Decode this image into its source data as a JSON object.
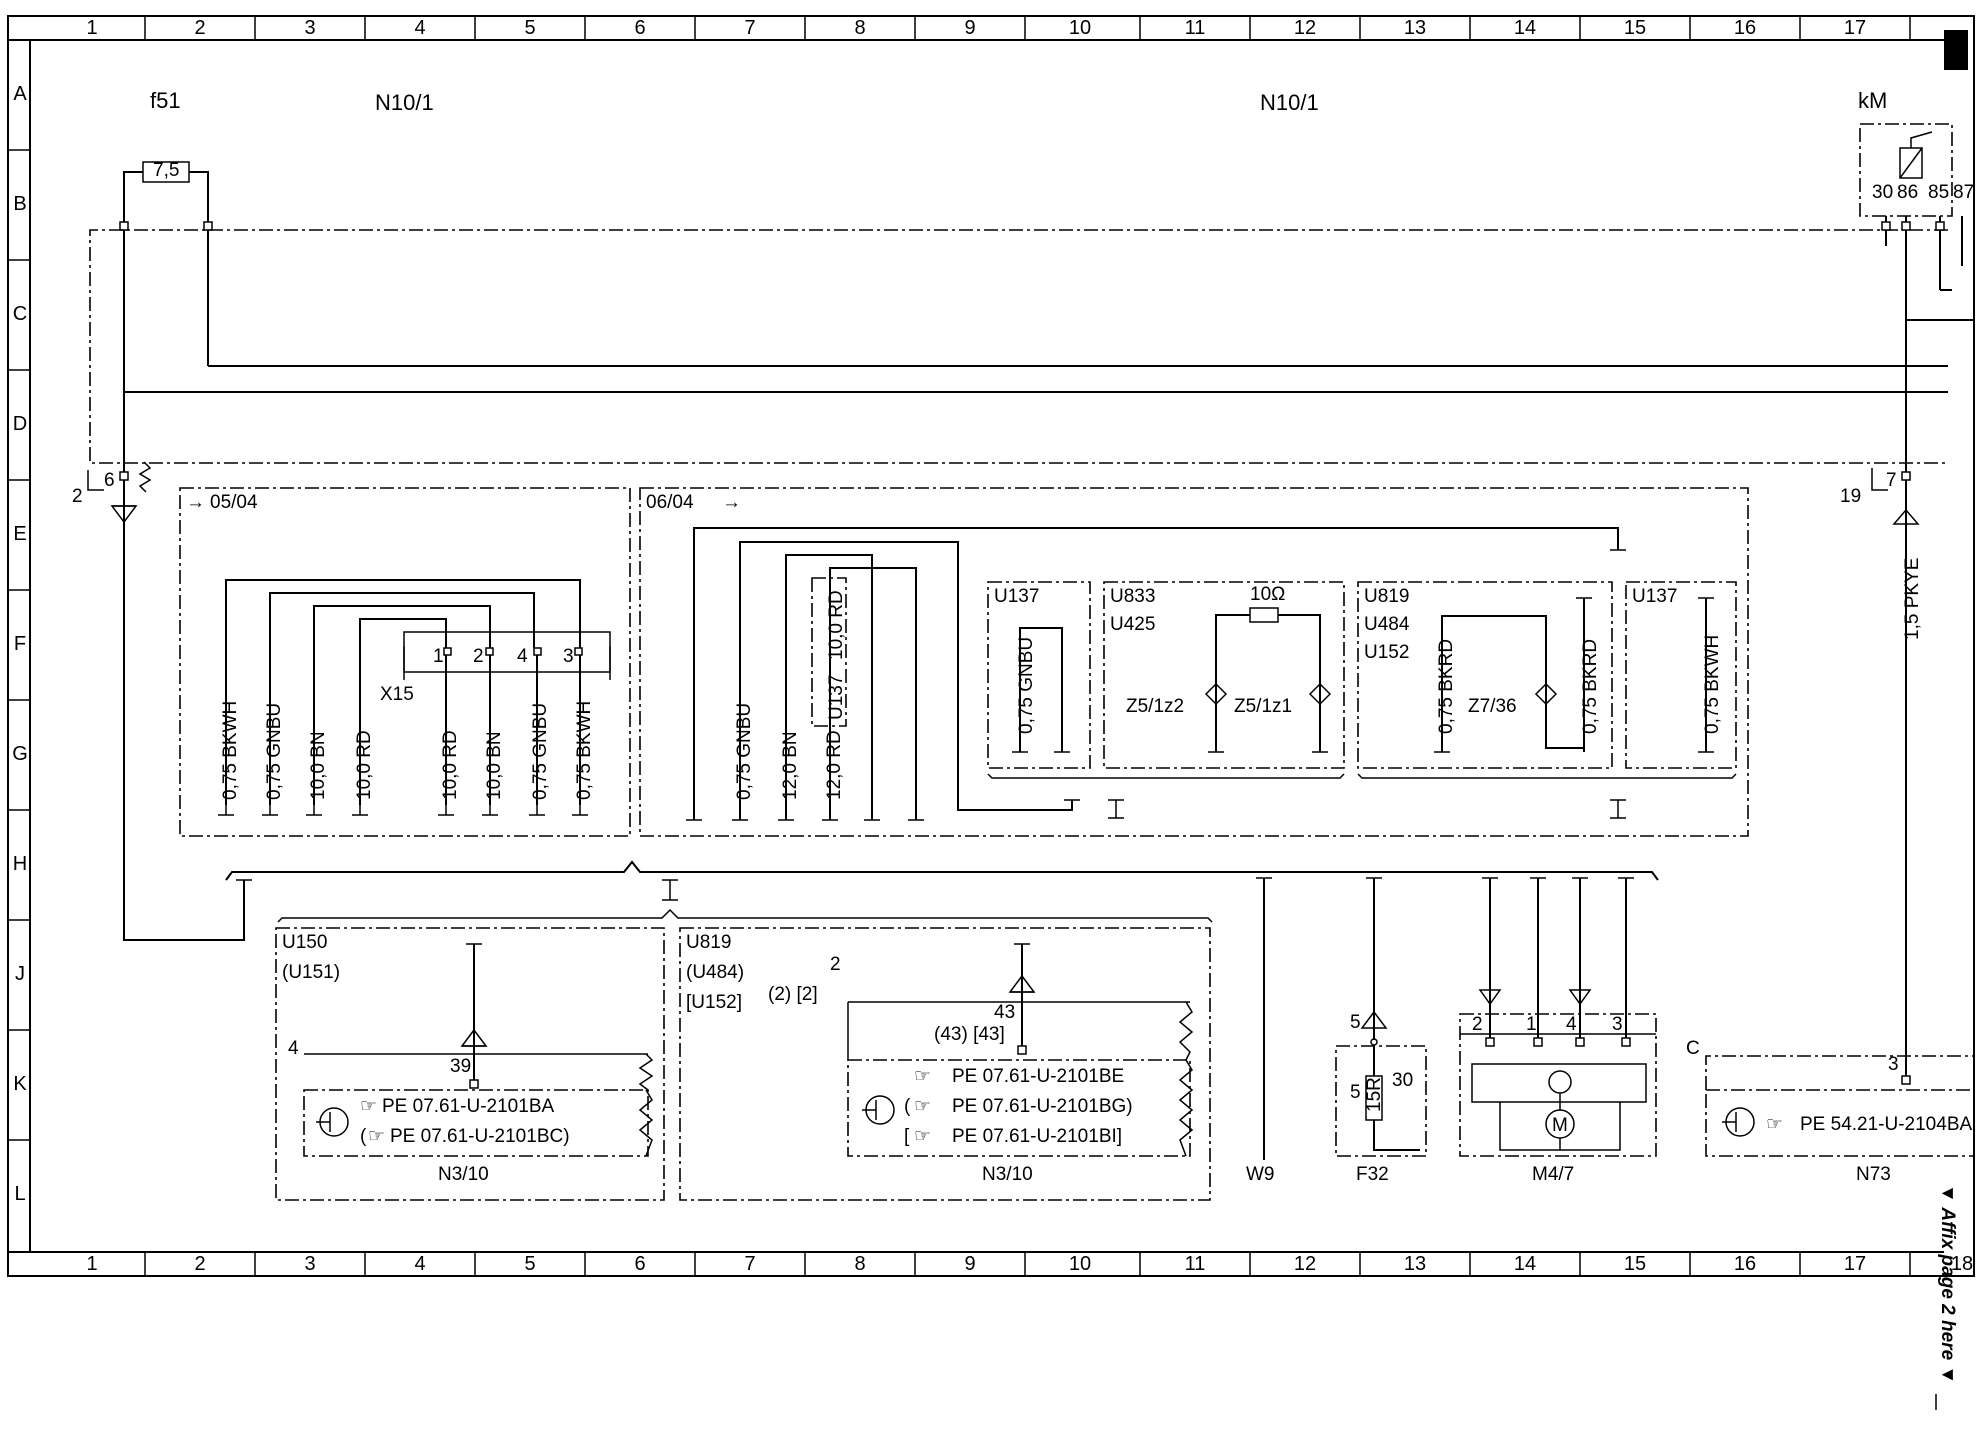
{
  "grid": {
    "columns": [
      "1",
      "2",
      "3",
      "4",
      "5",
      "6",
      "7",
      "8",
      "9",
      "10",
      "11",
      "12",
      "13",
      "14",
      "15",
      "16",
      "17",
      "18"
    ],
    "rows": [
      "A",
      "B",
      "C",
      "D",
      "E",
      "F",
      "G",
      "H",
      "J",
      "K",
      "L"
    ]
  },
  "header": {
    "f51": "f51",
    "n10_left": "N10/1",
    "n10_right": "N10/1",
    "km": "kM",
    "fuse_value": "7,5",
    "relay_pins": [
      "30",
      "86",
      "85",
      "87"
    ]
  },
  "pins": {
    "left_6": "6",
    "left_2": "2",
    "right_7": "7",
    "right_19": "19"
  },
  "right_wire": "1,5 PKYE",
  "box_0504": {
    "label": "05/04",
    "arrow": "→",
    "connector": "X15",
    "conn_pins": [
      "1",
      "2",
      "4",
      "3"
    ],
    "wires": [
      "0,75 BKWH",
      "0,75 GNBU",
      "10,0 BN",
      "10,0 RD",
      "10,0 RD",
      "10,0 BN",
      "0,75 GNBU",
      "0,75 BKWH"
    ]
  },
  "box_0604": {
    "label": "06/04",
    "arrow": "→",
    "wires": [
      "0,75 GNBU",
      "12,0 BN",
      "12,0 RD"
    ],
    "inner_code": "U137",
    "inner_wire": "10,0 RD",
    "sub1": {
      "code": "U137",
      "wire": "0,75 GNBU"
    },
    "sub2": {
      "codes": [
        "U833",
        "U425"
      ],
      "resistor": "10Ω",
      "left": "Z5/1z2",
      "right": "Z5/1z1"
    },
    "sub3": {
      "codes": [
        "U819",
        "U484",
        "U152"
      ],
      "wire1": "0,75 BKRD",
      "mid": "Z7/36",
      "wire2": "0,75 BKRD"
    },
    "sub4": {
      "code": "U137",
      "wire": "0,75 BKWH"
    }
  },
  "lower": {
    "n310a": {
      "codes": [
        "U150",
        "(U151)"
      ],
      "pin_left": "4",
      "pin": "39",
      "refs": [
        "PE 07.61-U-2101BA",
        "(",
        "PE 07.61-U-2101BC)"
      ],
      "name": "N3/10"
    },
    "n310b": {
      "codes": [
        "U819",
        "(U484)",
        "[U152]"
      ],
      "alt": "(2) [2]",
      "pin_top": "2",
      "pin": "43",
      "pin_alt": "(43) [43]",
      "refs": [
        "PE 07.61-U-2101BE",
        "(",
        "PE 07.61-U-2101BG)",
        "[",
        "PE 07.61-U-2101BI]"
      ],
      "name": "N3/10"
    },
    "w9": "W9",
    "f32": {
      "pin": "5",
      "inner_left": "5",
      "inner_mid": "15R",
      "inner_right": "30",
      "name": "F32"
    },
    "m47": {
      "pins": [
        "2",
        "1",
        "4",
        "3"
      ],
      "motor": "M",
      "name": "M4/7"
    },
    "n73": {
      "label": "C",
      "pin": "3",
      "ref": "PE 54.21-U-2104BA",
      "name": "N73"
    }
  },
  "affix": "▼ Affix page 2 here ▼",
  "corner_mark": "■"
}
